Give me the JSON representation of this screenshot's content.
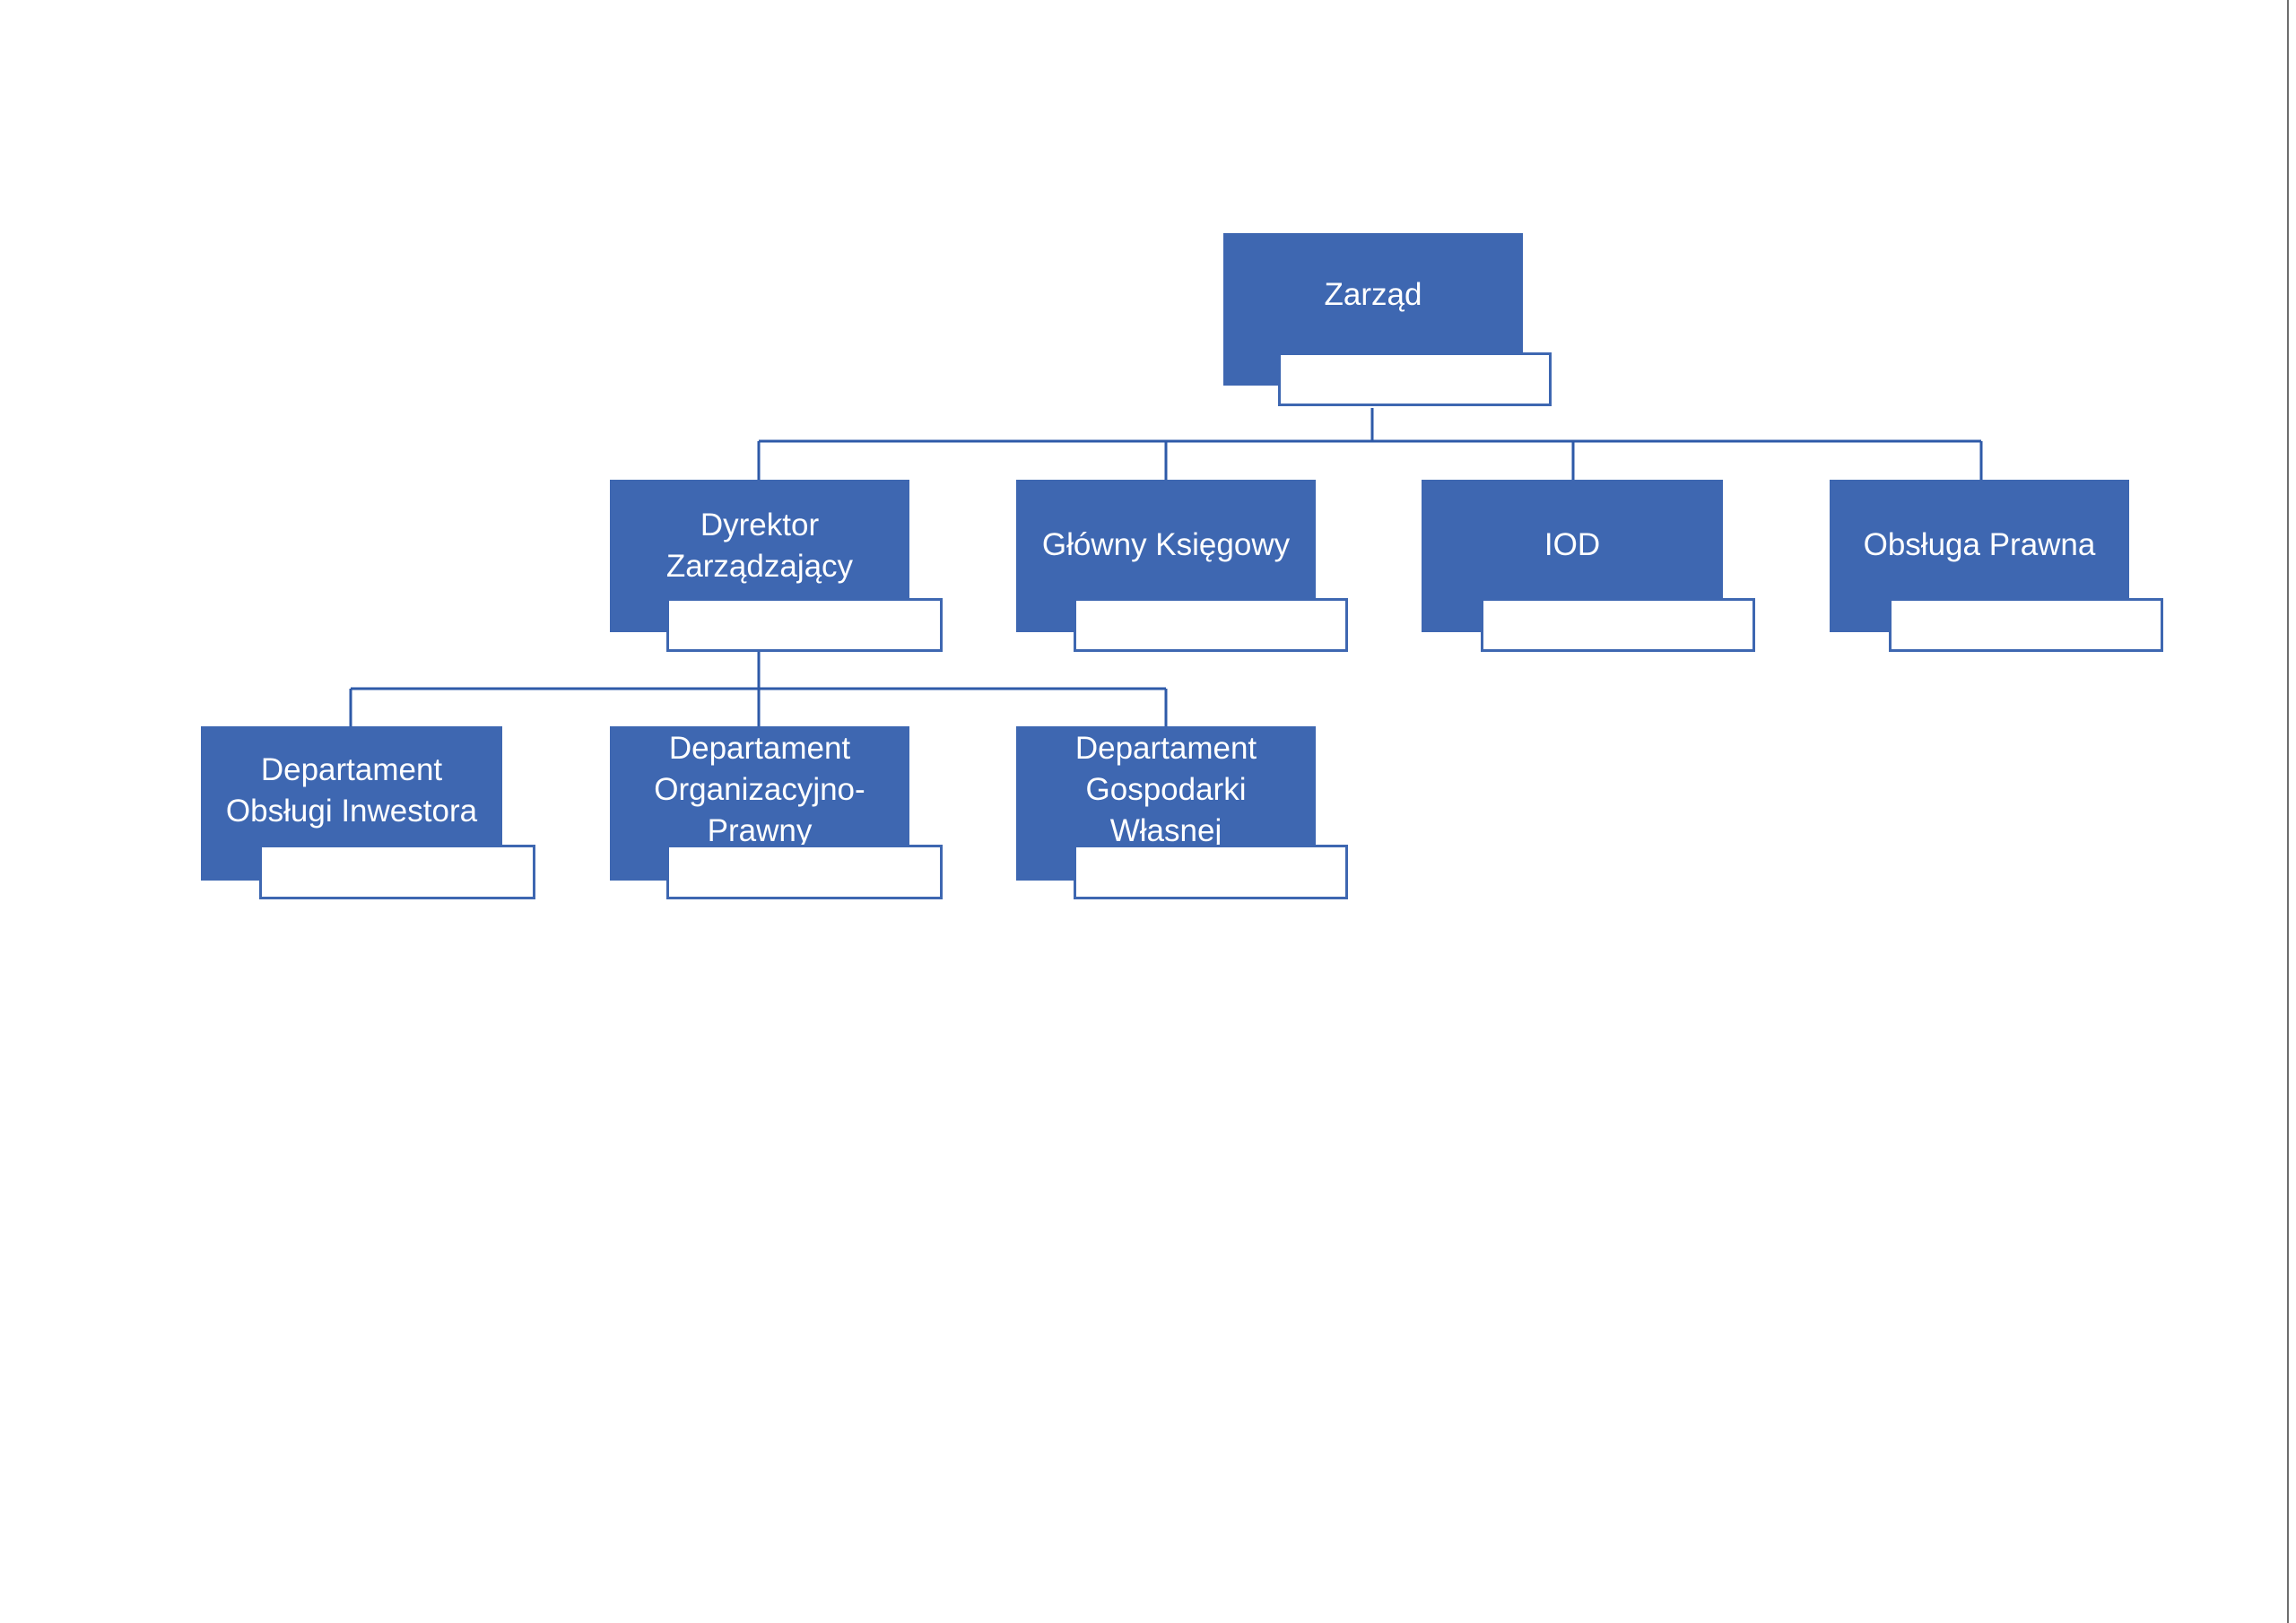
{
  "colors": {
    "node_fill": "#3e67b1",
    "node_text": "#ffffff",
    "connector": "#2e5aa8",
    "subbox_fill": "#ffffff",
    "page_background": "#ffffff"
  },
  "org_chart": {
    "root": {
      "label": "Zarząd"
    },
    "level1": [
      {
        "label": "Dyrektor\nZarządzający"
      },
      {
        "label": "Główny Księgowy"
      },
      {
        "label": "IOD"
      },
      {
        "label": "Obsługa Prawna"
      }
    ],
    "level2": [
      {
        "label": "Departament\nObsługi Inwestora"
      },
      {
        "label": "Departament\nOrganizacyjno-\nPrawny"
      },
      {
        "label": "Departament\nGospodarki\nWłasnej"
      }
    ]
  }
}
